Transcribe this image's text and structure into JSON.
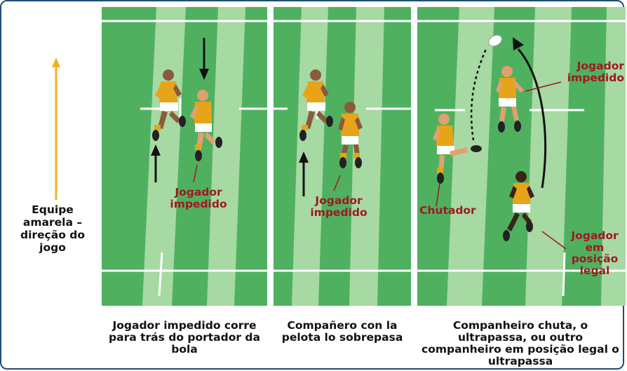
{
  "direction_label": "Equipe amarela – direção do jogo",
  "colors": {
    "pitch_dark": "#4fb160",
    "pitch_light": "#a7d9a3",
    "team_yellow": "#e8a419",
    "annotation_red": "#a01822",
    "arrow_gold": "#f2b01e",
    "frame_blue": "#1f4e79"
  },
  "panels": [
    {
      "labels": {
        "offside": "Jogador impedido"
      },
      "caption": "Jogador impedido corre para trás do portador da bola"
    },
    {
      "labels": {
        "offside": "Jogador impedido"
      },
      "caption": "Compañero con la pelota lo sobrepasa"
    },
    {
      "labels": {
        "offside": "Jogador impedido",
        "kicker": "Chutador",
        "onside": "Jogador em posição legal"
      },
      "caption": "Companheiro chuta, o ultrapassa, ou outro companheiro em posição legal o ultrapassa"
    }
  ]
}
